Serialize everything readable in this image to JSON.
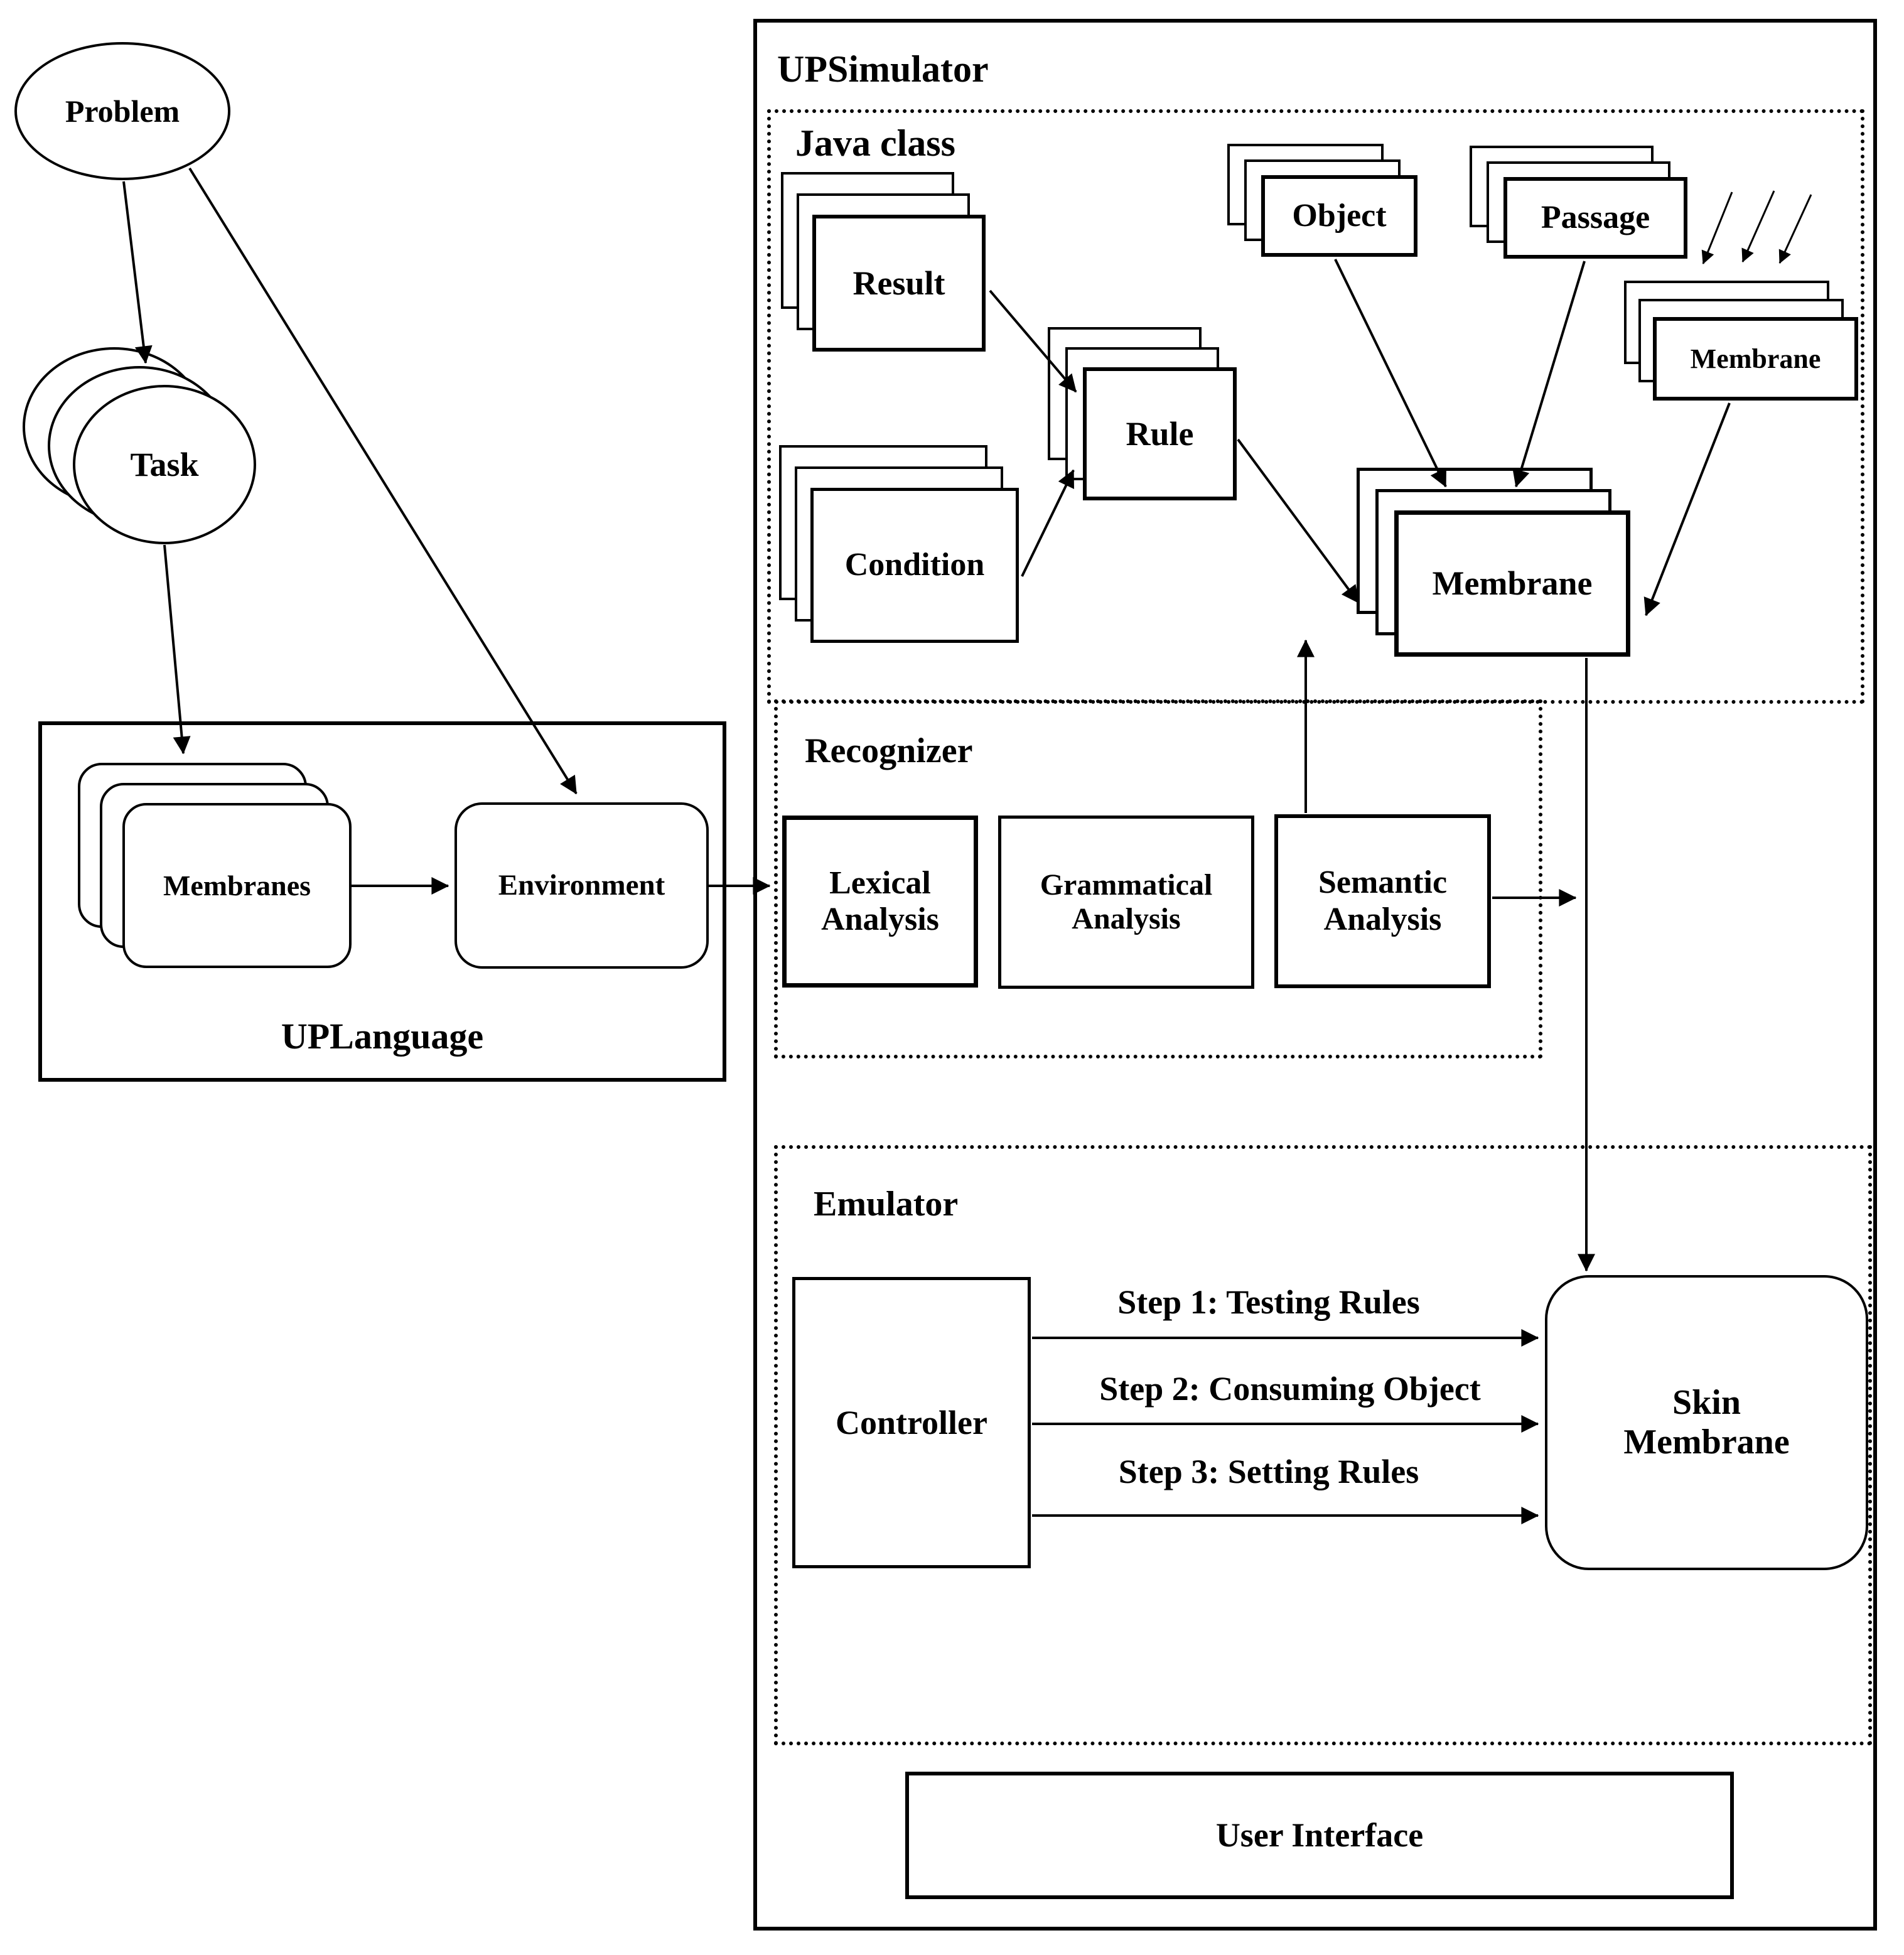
{
  "diagram": {
    "colors": {
      "line": "#000000",
      "background": "#ffffff"
    },
    "problem_label": "Problem",
    "task_label": "Task",
    "uplanguage": {
      "title": "UPLanguage",
      "membranes_label": "Membranes",
      "environment_label": "Environment"
    },
    "upsimulator": {
      "title": "UPSimulator",
      "java_class": {
        "title": "Java class",
        "result_label": "Result",
        "condition_label": "Condition",
        "rule_label": "Rule",
        "object_label": "Object",
        "passage_label": "Passage",
        "membrane_small_label": "Membrane",
        "membrane_main_label": "Membrane"
      },
      "recognizer": {
        "title": "Recognizer",
        "lexical_label": "Lexical Analysis",
        "grammatical_label": "Grammatical Analysis",
        "semantic_label": "Semantic Analysis"
      },
      "emulator": {
        "title": "Emulator",
        "controller_label": "Controller",
        "skin_membrane_label": "Skin Membrane",
        "steps": [
          "Step 1: Testing Rules",
          "Step 2: Consuming Object",
          "Step 3: Setting  Rules"
        ]
      },
      "user_interface_label": "User Interface"
    }
  }
}
